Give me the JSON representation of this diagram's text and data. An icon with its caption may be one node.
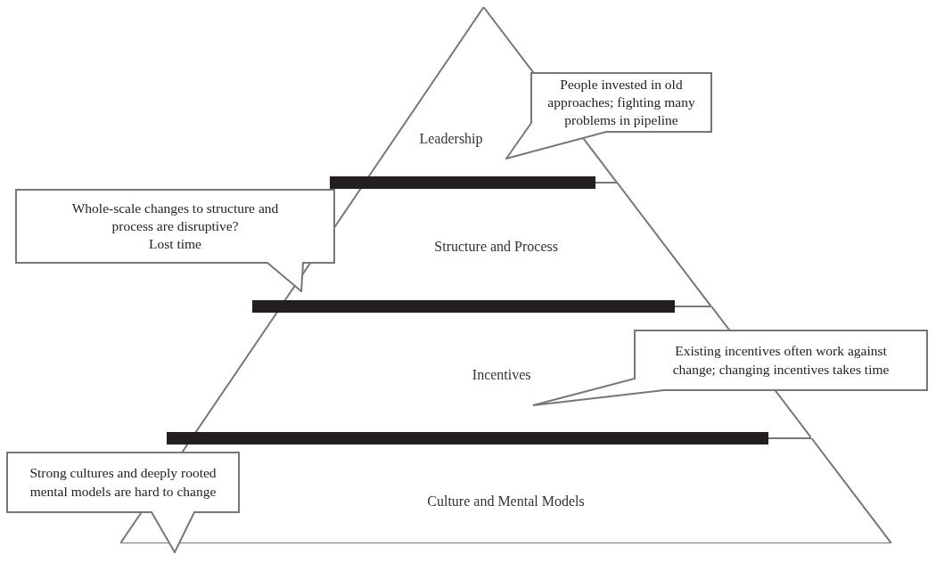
{
  "diagram": {
    "nodes": [
      {
        "text": [
          "Leadership"
        ]
      },
      {
        "text": [],
        "shape": "bar"
      },
      {
        "text": [
          "Structure and Process"
        ]
      },
      {
        "text": [],
        "shape": "bar"
      },
      {
        "text": [
          "Incentives"
        ]
      },
      {
        "text": [],
        "shape": "bar"
      },
      {
        "text": [
          "Culture and Mental Models"
        ]
      },
      {
        "text": [
          "People invested in old approaches; fighting many problems in pipeline"
        ]
      },
      {
        "text": [
          "Whole-scale changes to structure and process are disruptive?",
          "Lost time"
        ]
      },
      {
        "text": [
          "Existing incentives often work against change; changing incentives takes time"
        ]
      },
      {
        "text": [
          "Strong cultures and deeply rooted mental models are hard to change"
        ]
      }
    ]
  }
}
